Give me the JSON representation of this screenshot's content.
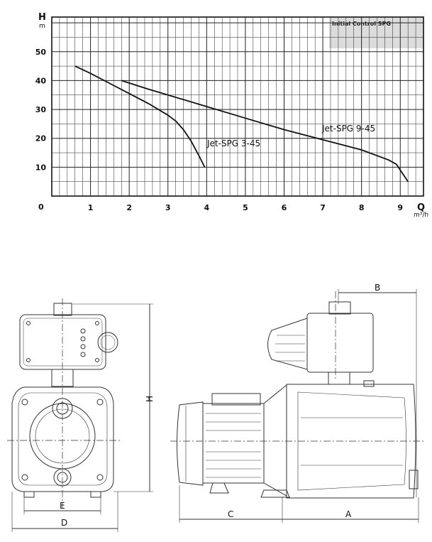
{
  "chart_data": {
    "type": "line",
    "title": "",
    "legend": "Initial Control SPG",
    "x_axis": {
      "symbol": "Q",
      "unit": "m³/h",
      "ticks": [
        "1",
        "2",
        "3",
        "4",
        "5",
        "6",
        "7",
        "8",
        "9"
      ],
      "origin_label": "0",
      "range": [
        0,
        9.6
      ]
    },
    "y_axis": {
      "symbol": "H",
      "unit": "m",
      "ticks": [
        "10",
        "20",
        "30",
        "40",
        "50"
      ],
      "range": [
        0,
        62
      ]
    },
    "grid": true,
    "series": [
      {
        "name": "Jet-SPG 3-45",
        "points": [
          [
            0.6,
            45
          ],
          [
            1,
            42.5
          ],
          [
            1.5,
            39
          ],
          [
            2,
            35.5
          ],
          [
            2.5,
            32
          ],
          [
            3,
            28
          ],
          [
            3.2,
            26
          ],
          [
            3.4,
            23
          ],
          [
            3.6,
            19
          ],
          [
            3.8,
            14
          ],
          [
            3.95,
            10
          ]
        ]
      },
      {
        "name": "Jet-SPG 9-45",
        "points": [
          [
            1.8,
            40
          ],
          [
            2.5,
            37
          ],
          [
            3,
            35
          ],
          [
            4,
            31
          ],
          [
            5,
            27
          ],
          [
            6,
            23
          ],
          [
            7,
            19.5
          ],
          [
            8,
            16
          ],
          [
            8.7,
            12.5
          ],
          [
            8.9,
            11
          ],
          [
            9.05,
            8
          ],
          [
            9.2,
            5
          ]
        ]
      }
    ]
  },
  "drawing": {
    "dimensions": {
      "H": "H",
      "E": "E",
      "D": "D",
      "A": "A",
      "B": "B",
      "C": "C"
    }
  }
}
